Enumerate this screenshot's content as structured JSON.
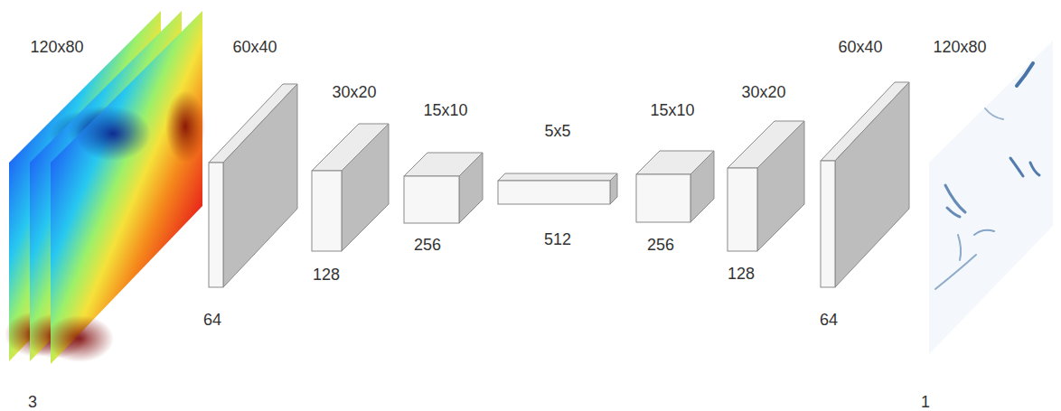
{
  "diagram": {
    "labels": [
      "120x80",
      "3",
      "60x40",
      "64",
      "30x20",
      "128",
      "15x10",
      "256",
      "5x5",
      "512",
      "15x10",
      "256",
      "30x20",
      "128",
      "60x40",
      "64",
      "120x80",
      "1"
    ]
  }
}
